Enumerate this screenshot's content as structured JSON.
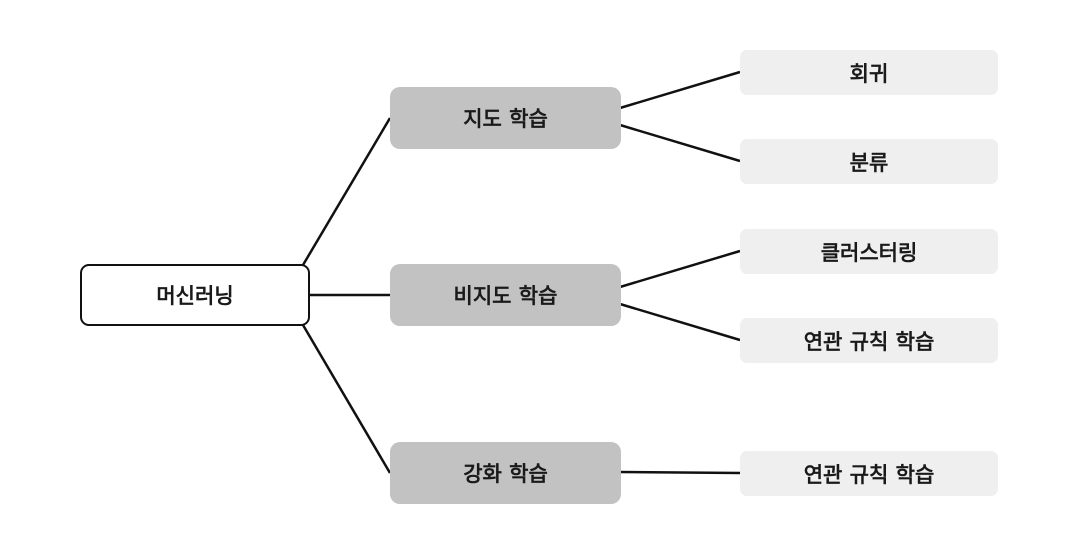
{
  "root": {
    "label": "머신러닝"
  },
  "branches": [
    {
      "label": "지도 학습",
      "children": [
        "회귀",
        "분류"
      ]
    },
    {
      "label": "비지도 학습",
      "children": [
        "클러스터링",
        "연관 규칙 학습"
      ]
    },
    {
      "label": "강화 학습",
      "children": [
        "연관 규칙 학습"
      ]
    }
  ],
  "colors": {
    "root_fill": "#ffffff",
    "branch_fill": "#c2c2c2",
    "leaf_fill": "#efefef",
    "line": "#111111"
  }
}
